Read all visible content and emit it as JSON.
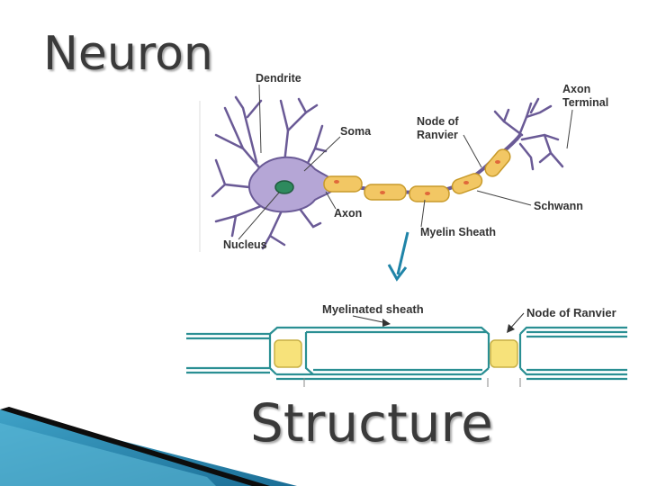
{
  "slide": {
    "title_top": "Neuron",
    "title_bottom": "Structure"
  },
  "neuron_labels": {
    "dendrite": "Dendrite",
    "soma": "Soma",
    "node_of_ranvier_line1": "Node of",
    "node_of_ranvier_line2": "Ranvier",
    "axon_terminal_line1": "Axon",
    "axon_terminal_line2": "Terminal",
    "schwann": "Schwann",
    "axon": "Axon",
    "myelin_sheath": "Myelin Sheath",
    "nucleus": "Nucleus"
  },
  "axon_labels": {
    "myelinated_sheath": "Myelinated sheath",
    "node_of_ranvier": "Node of Ranvier"
  },
  "colors": {
    "cell_body": "#b5a6d6",
    "cell_outline": "#6a5a96",
    "nucleus": "#2e8a5e",
    "myelin": "#f2c764",
    "myelin_outline": "#c89a2a",
    "myelin_nucleus": "#e0683a",
    "axon_line": "#2a8f93",
    "node_fill": "#f7e27a",
    "arrow": "#1f84a8",
    "title": "#3a3a3a"
  }
}
